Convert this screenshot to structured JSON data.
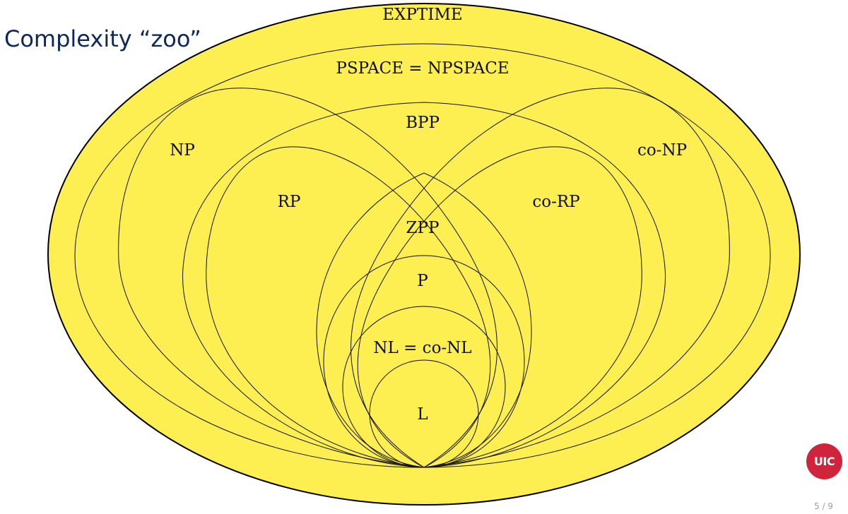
{
  "slide": {
    "title": "Complexity “zoo”",
    "page": "5 / 9",
    "logo_text": "UIC"
  },
  "diagram": {
    "fill_color": "#fdee52",
    "labels": {
      "exptime": "EXPTIME",
      "pspace": "PSPACE = NPSPACE",
      "bpp": "BPP",
      "np": "NP",
      "conp": "co-NP",
      "rp": "RP",
      "corp": "co-RP",
      "zpp": "ZPP",
      "p": "P",
      "nl": "NL = co-NL",
      "l": "L"
    }
  }
}
